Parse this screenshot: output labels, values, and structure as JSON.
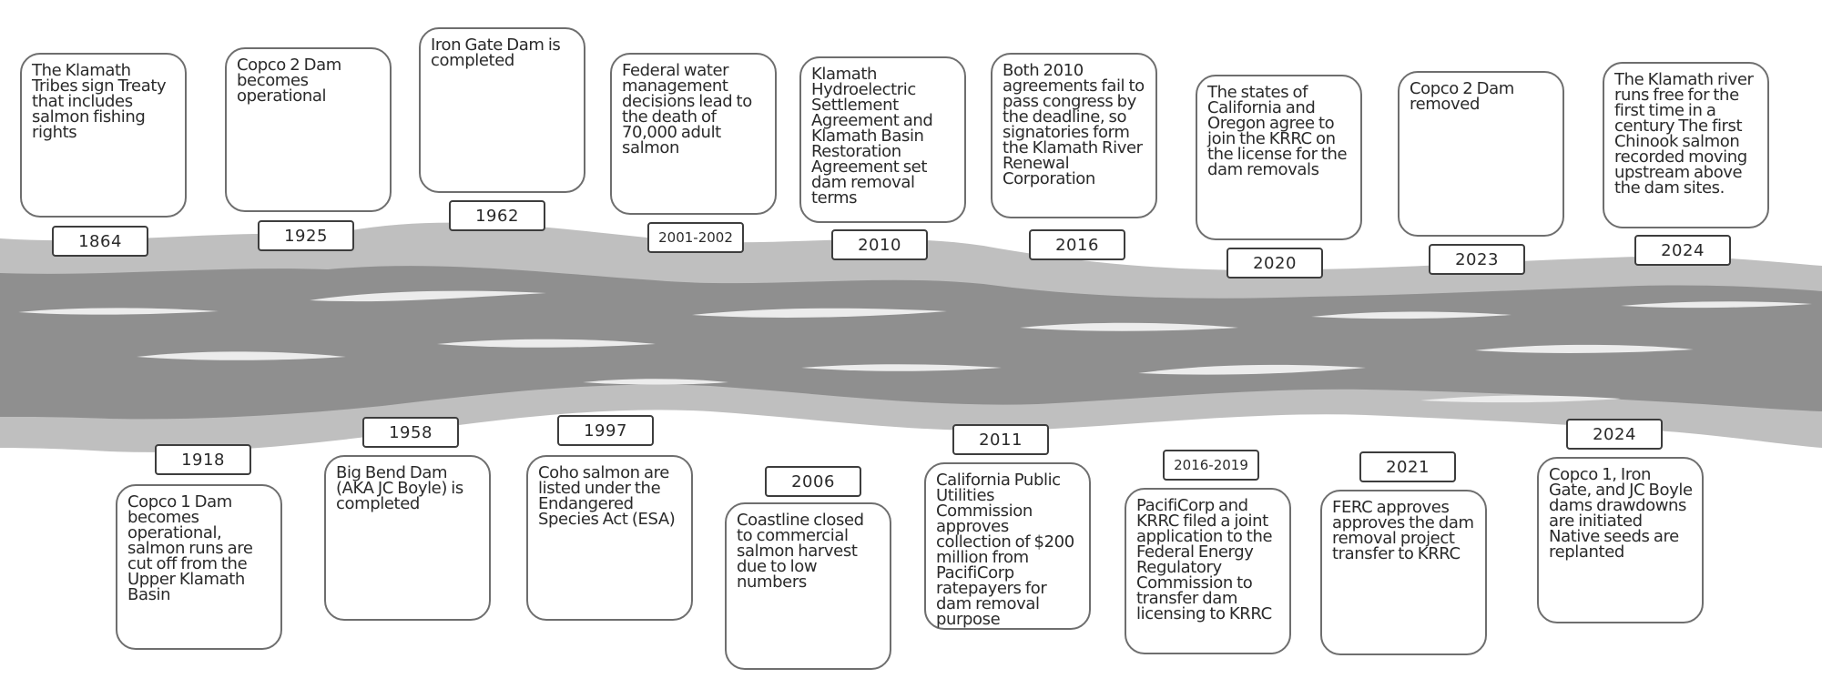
{
  "theme": {
    "river_outer": "#bfbfbf",
    "river_inner": "#8f8f8f",
    "river_highlight": "#ececec",
    "card_border": "#6e6e6e",
    "text": "#2a2a2a"
  },
  "events": [
    {
      "year": "1864",
      "text": "The Klamath Tribes sign Treaty that includes salmon fishing rights"
    },
    {
      "year": "1918",
      "text": "Copco 1 Dam becomes operational, salmon runs are cut off from the Upper Klamath Basin"
    },
    {
      "year": "1925",
      "text": "Copco 2 Dam becomes operational"
    },
    {
      "year": "1958",
      "text": "Big Bend Dam (AKA JC Boyle) is completed"
    },
    {
      "year": "1962",
      "text": "Iron Gate Dam is completed"
    },
    {
      "year": "1997",
      "text": "Coho salmon are listed under the Endangered Species Act (ESA)"
    },
    {
      "year": "2001-2002",
      "text": "Federal water management decisions lead to the death of 70,000 adult salmon"
    },
    {
      "year": "2006",
      "text": "Coastline closed to commercial salmon harvest due to low numbers"
    },
    {
      "year": "2010",
      "text": "Klamath Hydroelectric Settlement Agreement and Klamath Basin Restoration Agreement set dam removal terms"
    },
    {
      "year": "2011",
      "text": "California Public Utilities Commission approves collection of $200 million from PacifiCorp ratepayers for dam removal purpose"
    },
    {
      "year": "2016",
      "text": "Both 2010 agreements fail to pass congress by the deadline, so signatories form the Klamath River Renewal Corporation"
    },
    {
      "year": "2016-2019",
      "text": "PacifiCorp and KRRC filed a joint application to the Federal Energy Regulatory Commission to transfer dam licensing to KRRC"
    },
    {
      "year": "2020",
      "text": "The states of California and Oregon agree to join the KRRC on the license for the dam removals"
    },
    {
      "year": "2021",
      "text": "FERC approves approves the dam removal project transfer to KRRC"
    },
    {
      "year": "2023",
      "text": "Copco 2 Dam removed"
    },
    {
      "year": "2024",
      "text": "Copco 1, Iron Gate, and JC Boyle dams drawdowns are initiated Native seeds are replanted"
    },
    {
      "year": "2024",
      "text": "The Klamath river runs free for the first time in a century The first Chinook salmon recorded moving upstream above the dam sites."
    }
  ]
}
